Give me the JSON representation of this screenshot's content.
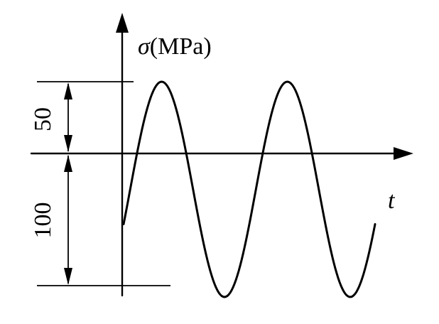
{
  "y_axis": {
    "symbol": "σ",
    "unit": "(MPa)"
  },
  "x_axis": {
    "symbol": "t"
  },
  "dimensions": {
    "upper_value": "50",
    "lower_value": "100"
  },
  "signal": {
    "max_stress": 50,
    "min_stress": -100,
    "visible_cycles": 2
  }
}
